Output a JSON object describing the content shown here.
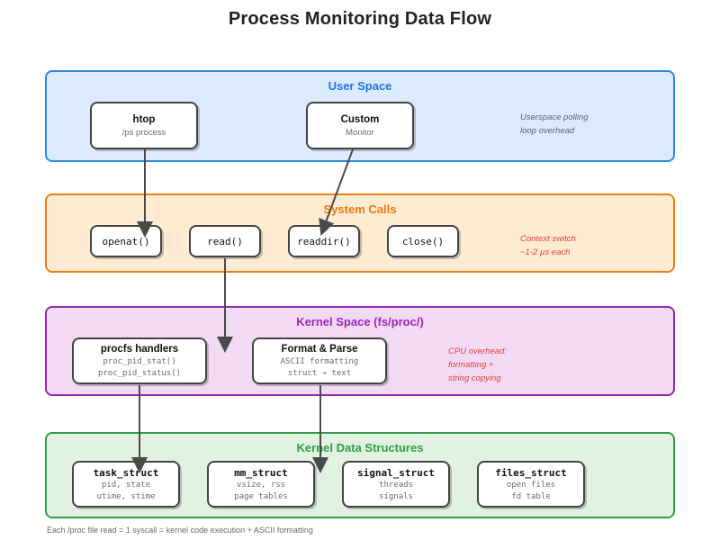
{
  "title": "Process Monitoring Data Flow",
  "panels": {
    "user": {
      "label": "User Space",
      "accent": "#1f77e0"
    },
    "sys": {
      "label": "System Calls",
      "accent": "#f07a0c"
    },
    "kernel": {
      "label": "Kernel Space (fs/proc/)",
      "accent": "#9b26b6"
    },
    "data": {
      "label": "Kernel Data Structures",
      "accent": "#2f9e44"
    }
  },
  "user_nodes": [
    {
      "title": "htop",
      "sub": "/ps process"
    },
    {
      "title": "Custom",
      "sub": "Monitor"
    }
  ],
  "syscalls": [
    {
      "label": "openat()"
    },
    {
      "label": "read()"
    },
    {
      "label": "readdir()"
    },
    {
      "label": "close()"
    }
  ],
  "kernel_nodes": [
    {
      "title": "procfs handlers",
      "sub1": "proc_pid_stat()",
      "sub2": "proc_pid_status()"
    },
    {
      "title": "Format & Parse",
      "sub1": "ASCII formatting",
      "sub2": "struct → text"
    }
  ],
  "data_nodes": [
    {
      "title": "task_struct",
      "sub1": "pid, state",
      "sub2": "utime, stime"
    },
    {
      "title": "mm_struct",
      "sub1": "vsize, rss",
      "sub2": "page tables"
    },
    {
      "title": "signal_struct",
      "sub1": "threads",
      "sub2": "signals"
    },
    {
      "title": "files_struct",
      "sub1": "open files",
      "sub2": "fd table"
    }
  ],
  "notes": {
    "user": {
      "line1": "Userspace polling",
      "line2": "loop overhead"
    },
    "sys": {
      "line1": "Context switch",
      "line2": "~1-2 µs each"
    },
    "kernel": {
      "line1": "CPU overhead:",
      "line2": "formatting +",
      "line3": "string copying"
    }
  },
  "footer": "Each /proc file read = 1 syscall = kernel code execution + ASCII formatting"
}
